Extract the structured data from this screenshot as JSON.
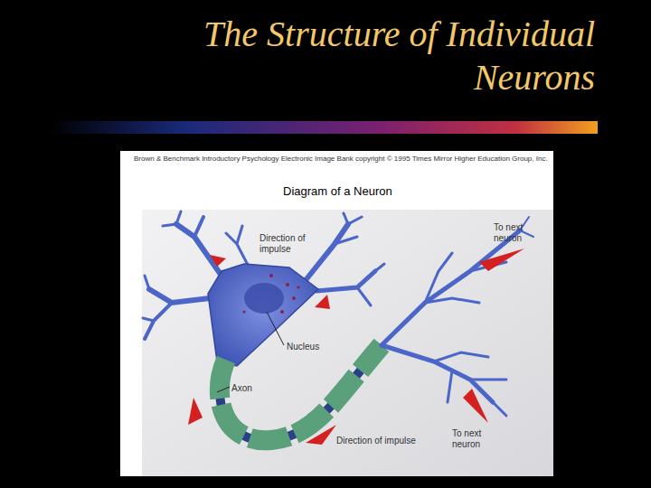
{
  "diagram": {
    "title": "The Structure of Individual Neurons",
    "labels": [
      "Brown & Benchmark Introductory Psychology Electronic Image Bank copyright © 1995 Times Mirror Higher Education Group, Inc.",
      "Diagram of a Neuron",
      "Direction of impulse",
      "To next neuron",
      "Nucleus",
      "Axon",
      "To next neuron",
      "Direction of impulse"
    ]
  }
}
